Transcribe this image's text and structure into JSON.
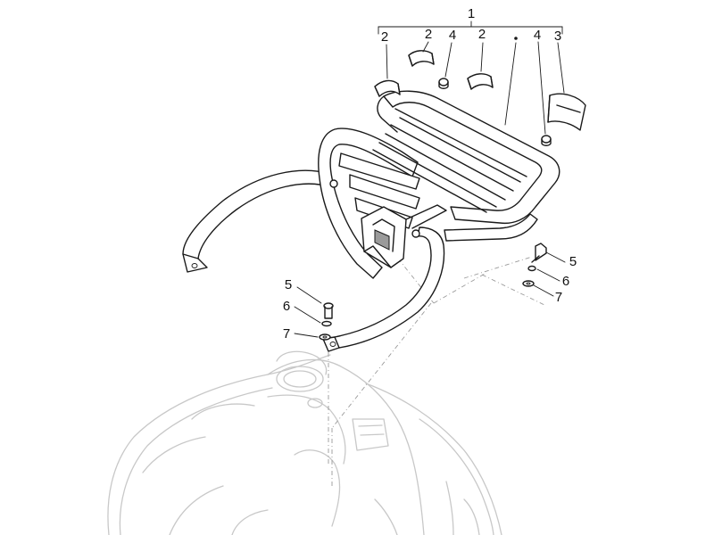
{
  "callouts": {
    "c1": "1",
    "c2a": "2",
    "c2b": "2",
    "c2c": "2",
    "c3": "3",
    "c4a": "4",
    "c4b": "4",
    "c5a": "5",
    "c5b": "5",
    "c6a": "6",
    "c6b": "6",
    "c7a": "7",
    "c7b": "7"
  },
  "colors": {
    "line": "#1a1a1a",
    "ghost": "#c8c8c8",
    "background": "#ffffff"
  }
}
